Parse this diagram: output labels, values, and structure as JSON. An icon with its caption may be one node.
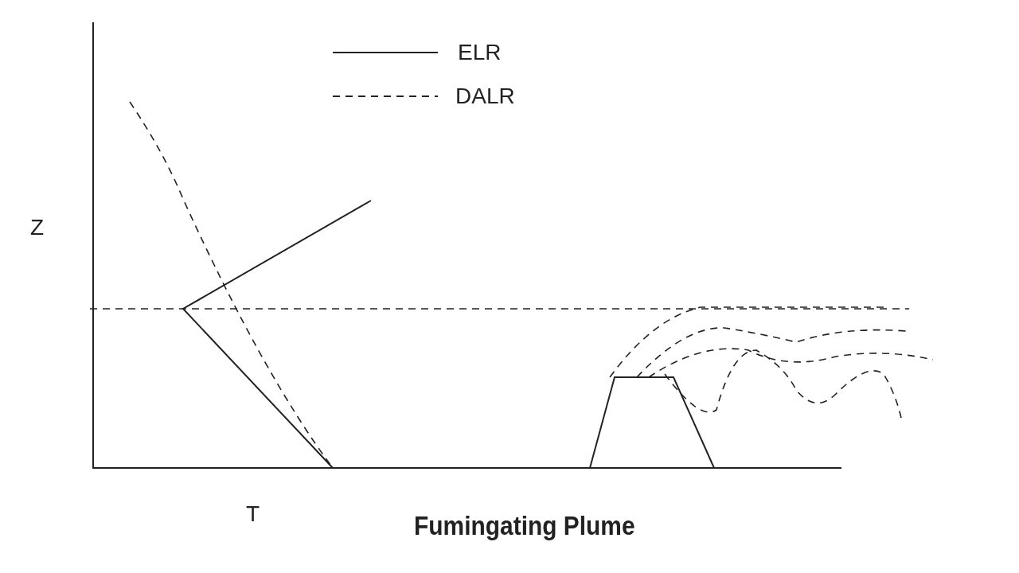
{
  "diagram": {
    "caption": "Fumingating Plume",
    "labels": [
      "Z",
      "T"
    ],
    "legend": [
      {
        "text": "ELR"
      },
      {
        "text": "DALR"
      }
    ]
  }
}
